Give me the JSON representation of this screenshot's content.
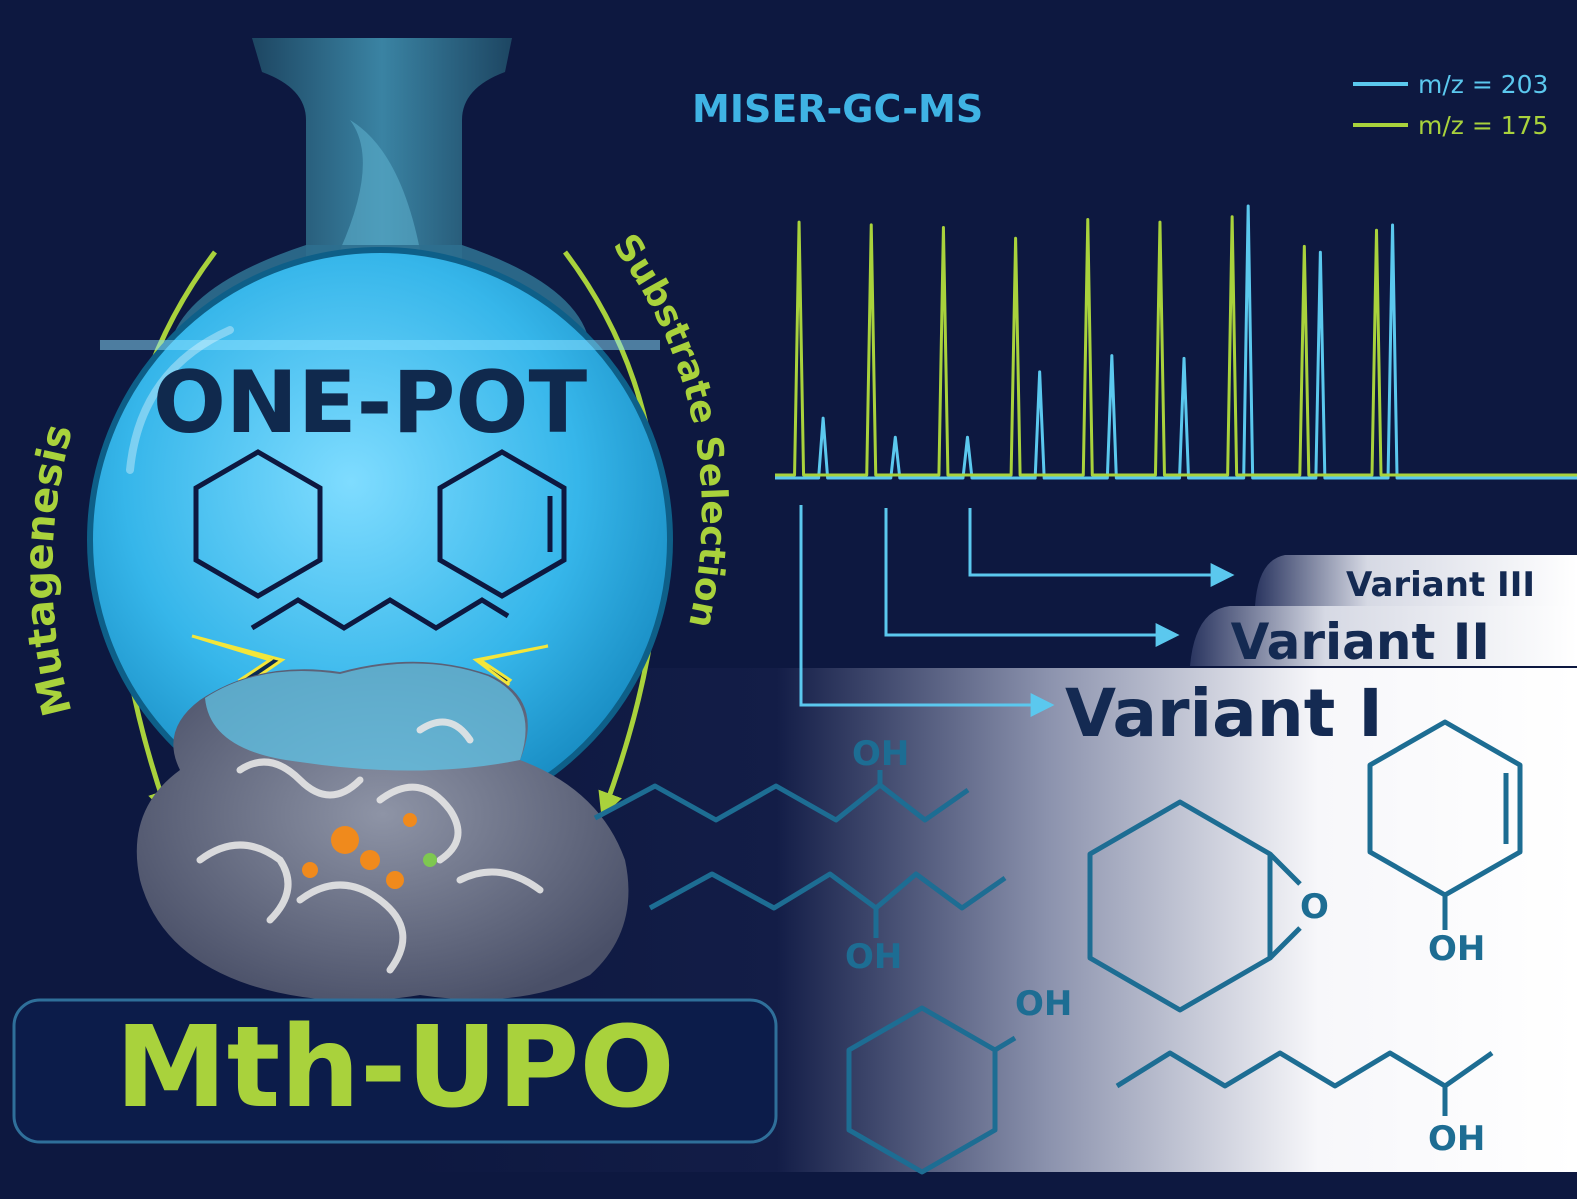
{
  "texts": {
    "ms_title": "MISER-GC-MS",
    "pot_label": "ONE-POT",
    "left_arc_label": "Mutagenesis",
    "right_arc_label": "Substrate Selection",
    "enzyme_label": "Mth-UPO",
    "variant_1": "Variant I",
    "variant_2": "Variant II",
    "variant_3": "Variant III",
    "oh": "OH",
    "o": "O"
  },
  "legend": [
    {
      "label": "m/z = 203",
      "color": "#5bc8ee"
    },
    {
      "label": "m/z = 175",
      "color": "#a9d23c"
    }
  ],
  "colors": {
    "navy": "#0d1840",
    "cyan": "#5bc8ee",
    "lime": "#a9d23c",
    "structure_blue": "#1d6d93",
    "dark_text": "#142a52"
  },
  "chromatogram": {
    "peaks_m175": [
      {
        "x": 0.03,
        "h": 0.94
      },
      {
        "x": 0.12,
        "h": 0.93
      },
      {
        "x": 0.21,
        "h": 0.92
      },
      {
        "x": 0.3,
        "h": 0.88
      },
      {
        "x": 0.39,
        "h": 0.95
      },
      {
        "x": 0.48,
        "h": 0.94
      },
      {
        "x": 0.57,
        "h": 0.96
      },
      {
        "x": 0.66,
        "h": 0.85
      },
      {
        "x": 0.75,
        "h": 0.91
      }
    ],
    "peaks_m203": [
      {
        "x": 0.06,
        "h": 0.22
      },
      {
        "x": 0.15,
        "h": 0.15
      },
      {
        "x": 0.24,
        "h": 0.15
      },
      {
        "x": 0.33,
        "h": 0.39
      },
      {
        "x": 0.42,
        "h": 0.45
      },
      {
        "x": 0.51,
        "h": 0.44
      },
      {
        "x": 0.59,
        "h": 1.0
      },
      {
        "x": 0.68,
        "h": 0.83
      },
      {
        "x": 0.77,
        "h": 0.93
      }
    ]
  }
}
